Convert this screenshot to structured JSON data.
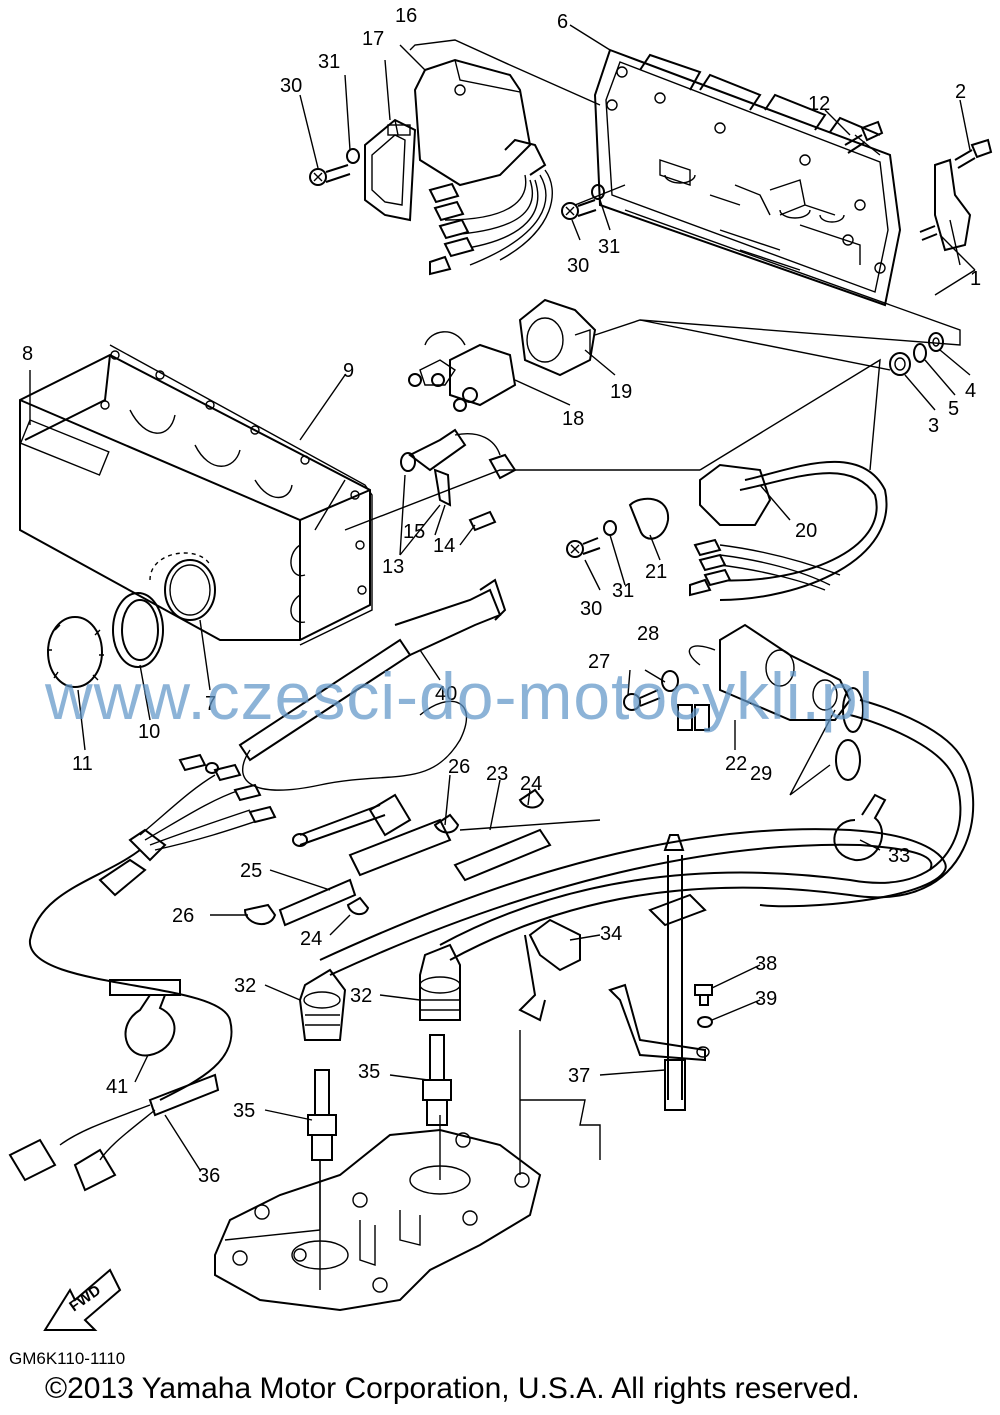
{
  "diagram": {
    "part_code": "GM6K110-1110",
    "copyright": "©2013 Yamaha Motor Corporation, U.S.A. All rights reserved.",
    "watermark": "www.czesci-do-motocykli.pl",
    "fwd_label": "FWD"
  },
  "callouts": {
    "c1": "1",
    "c2": "2",
    "c3": "3",
    "c4": "4",
    "c5": "5",
    "c6": "6",
    "c7": "7",
    "c8": "8",
    "c9": "9",
    "c10": "10",
    "c11": "11",
    "c12": "12",
    "c13": "13",
    "c14": "14",
    "c15": "15",
    "c16": "16",
    "c17": "17",
    "c18": "18",
    "c19": "19",
    "c20": "20",
    "c21": "21",
    "c22": "22",
    "c23": "23",
    "c24a": "24",
    "c24b": "24",
    "c25": "25",
    "c26a": "26",
    "c26b": "26",
    "c27": "27",
    "c28": "28",
    "c29": "29",
    "c30a": "30",
    "c30b": "30",
    "c30c": "30",
    "c31a": "31",
    "c31b": "31",
    "c31c": "31",
    "c32a": "32",
    "c32b": "32",
    "c33": "33",
    "c34": "34",
    "c35a": "35",
    "c35b": "35",
    "c36": "36",
    "c37": "37",
    "c38": "38",
    "c39": "39",
    "c40": "40",
    "c41": "41"
  }
}
